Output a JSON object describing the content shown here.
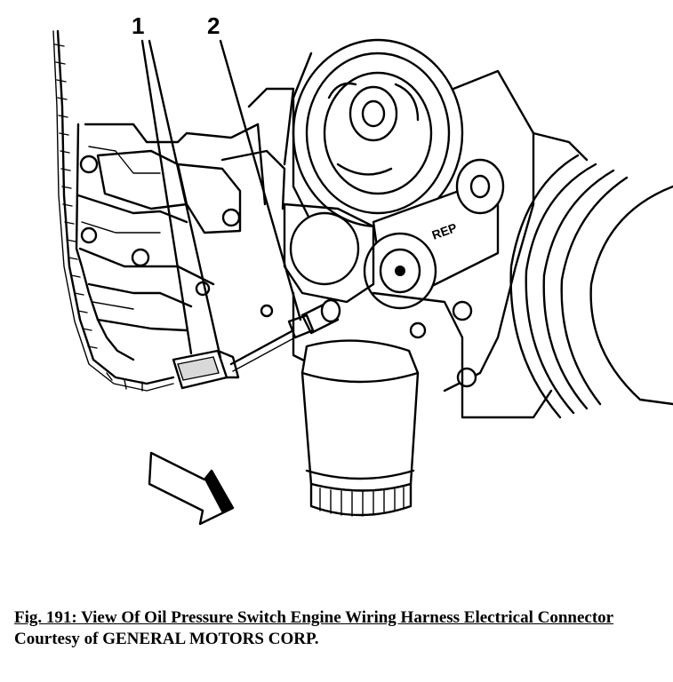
{
  "figure": {
    "callouts": [
      {
        "label": "1",
        "part": "engine-wiring-harness-connector"
      },
      {
        "label": "2",
        "part": "oil-pressure-switch"
      }
    ]
  },
  "caption": {
    "title": "Fig. 191: View Of Oil Pressure Switch Engine Wiring Harness Electrical Connector",
    "credit": "Courtesy of GENERAL MOTORS CORP."
  }
}
